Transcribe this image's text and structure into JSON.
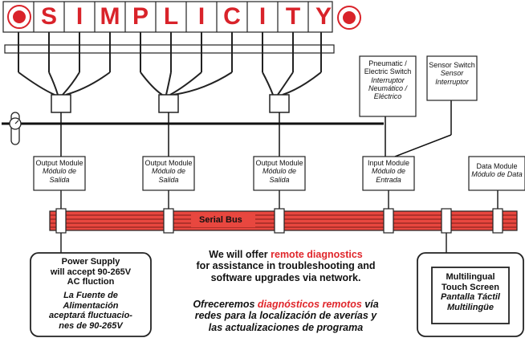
{
  "brand": {
    "letters": [
      "S",
      "I",
      "M",
      "P",
      "L",
      "I",
      "C",
      "I",
      "T",
      "Y"
    ],
    "accent_color": "#d9232a"
  },
  "switches": [
    {
      "en": "Pneumatic / Electric Switch",
      "es": "Interruptor Neumático / Eléctrico"
    },
    {
      "en": "Sensor Switch",
      "es": "Sensor Interruptor"
    }
  ],
  "modules": [
    {
      "en": "Output Module",
      "es": "Módulo de Salida"
    },
    {
      "en": "Output Module",
      "es": "Módulo de Salida"
    },
    {
      "en": "Output Module",
      "es": "Módulo de Salida"
    },
    {
      "en": "Input Module",
      "es": "Módulo de Entrada"
    },
    {
      "en": "Data Module",
      "es": "Módulo de Data"
    }
  ],
  "serial_bus": {
    "label": "Serial Bus",
    "color": "#e8473f"
  },
  "power_supply": {
    "en": [
      "Power Supply",
      "will accept 90-265V",
      "AC fluction"
    ],
    "es": [
      "La Fuente de",
      "Alimentación",
      "aceptará fluctuacio-",
      "nes de 90-265V"
    ]
  },
  "message_en": {
    "pre": "We will offer ",
    "highlight": "remote diagnostics",
    "lines": [
      "for assistance in troubleshooting and",
      "software upgrades via network."
    ]
  },
  "message_es": {
    "pre": "Ofreceremos ",
    "highlight": "diagnósticos remotos",
    "post": " vía",
    "lines": [
      "redes para la localización de averías y",
      "las actualizaciones de programa"
    ]
  },
  "touch_screen": {
    "en": [
      "Multilingual",
      "Touch Screen"
    ],
    "es": [
      "Pantalla Táctil",
      "Multilingüe"
    ]
  }
}
